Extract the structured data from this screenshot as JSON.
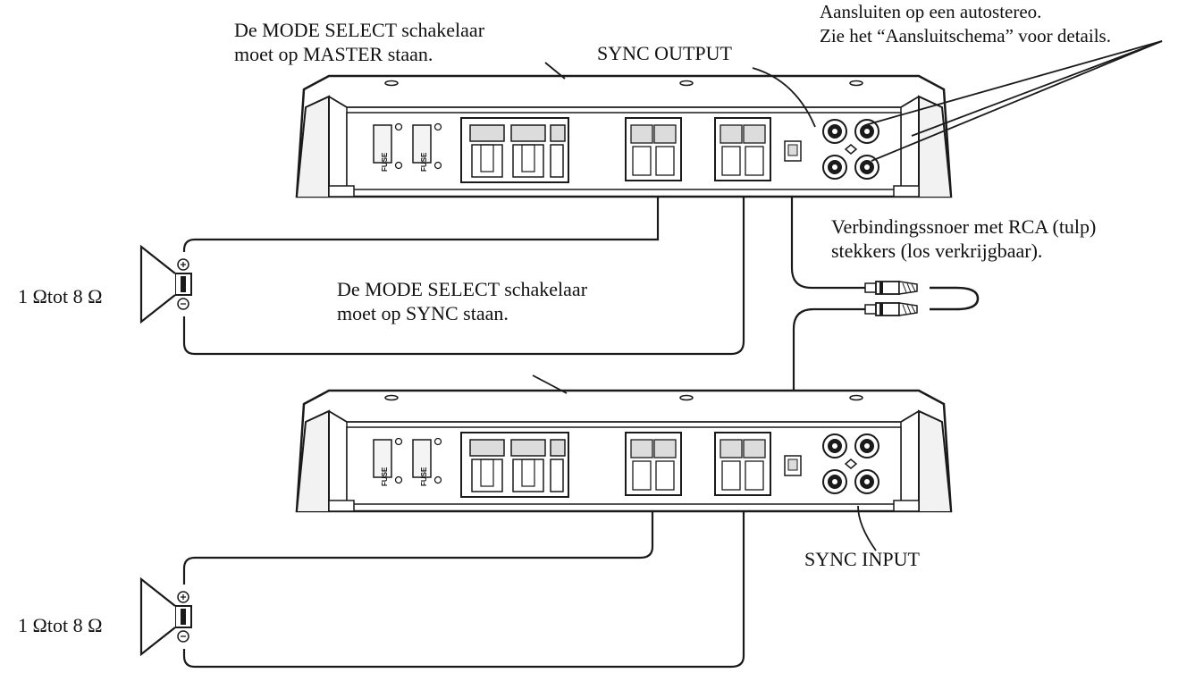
{
  "labels": {
    "mode_master": {
      "line1": "De MODE SELECT schakelaar",
      "line2": "moet op MASTER staan."
    },
    "mode_sync": {
      "line1": "De MODE SELECT schakelaar",
      "line2": "moet op SYNC staan."
    },
    "sync_output": "SYNC OUTPUT",
    "sync_input": "SYNC INPUT",
    "car_stereo": {
      "line1": "Aansluiten op een autostereo.",
      "line2": "Zie het “Aansluitschema” voor details."
    },
    "rca_cable": {
      "line1": "Verbindingssnoer met RCA (tulp)",
      "line2": "stekkers (los verkrijgbaar)."
    },
    "impedance_top": "1 Ωtot 8 Ω",
    "impedance_bottom": "1 Ωtot 8 Ω",
    "fuse": "FUSE"
  },
  "components": {
    "amplifiers": [
      "master",
      "slave"
    ],
    "speakers": [
      "top",
      "bottom"
    ],
    "icon_names": [
      "amplifier-icon",
      "speaker-icon",
      "rca-plug-icon",
      "fuse-icon",
      "terminal-block-icon"
    ]
  },
  "colors": {
    "line": "#1a1a1a",
    "fill": "#ffffff",
    "shade": "#e6e6e6"
  }
}
